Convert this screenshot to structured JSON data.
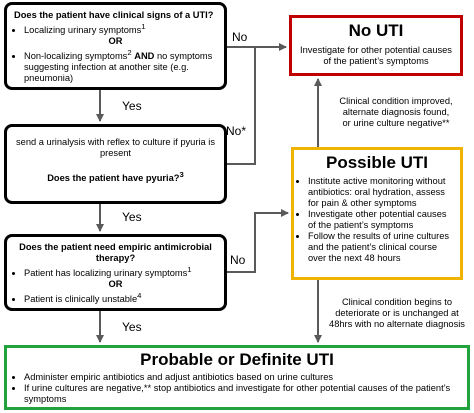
{
  "q1": {
    "question": "Does the patient have clinical signs of a UTI?",
    "item1": "Localizing urinary symptoms",
    "item1_sup": "1",
    "or": "OR",
    "item2_pre": "Non-localizing symptoms",
    "item2_sup": "2",
    "item2_and": "AND",
    "item2_post": "no symptoms suggesting infection at another site (e.g. pneumonia)"
  },
  "q2": {
    "text": "send a urinalysis with reflex to culture if pyuria is present",
    "question": "Does the patient have pyuria?",
    "question_sup": "3"
  },
  "q3": {
    "question": "Does the patient need empiric antimicrobial therapy?",
    "item1": "Patient has localizing urinary symptoms",
    "item1_sup": "1",
    "or": "OR",
    "item2": "Patient is clinically unstable",
    "item2_sup": "4"
  },
  "no_uti": {
    "title": "No UTI",
    "text": "Investigate for other potential causes of the patient’s symptoms"
  },
  "possible_uti": {
    "title": "Possible UTI",
    "items": [
      "Institute active monitoring without antibiotics: oral hydration, assess for pain & other symptoms",
      "Investigate  other potential causes of the patient’s symptoms",
      "Follow the results of urine cultures and the patient’s clinical course over the next 48 hours"
    ]
  },
  "probable_uti": {
    "title": "Probable or Definite UTI",
    "items": [
      "Administer empiric antibiotics and adjust antibiotics based on urine cultures",
      "If urine cultures are negative,** stop antibiotics and investigate for other potential causes of the patient’s symptoms"
    ]
  },
  "labels": {
    "yes1": "Yes",
    "yes2": "Yes",
    "yes3": "Yes",
    "no1": "No",
    "no_star": "No*",
    "no3": "No"
  },
  "notes": {
    "improved": [
      "Clinical condition improved,",
      "alternate diagnosis found,",
      "or urine culture negative**"
    ],
    "deteriorate": [
      "Clinical condition begins to",
      "deteriorate or is unchanged at",
      "48hrs with no alternate diagnosis"
    ]
  },
  "colors": {
    "no_uti_border": "#c00000",
    "possible_border": "#f0b400",
    "probable_border": "#22a23c",
    "arrows": "#5a5a5a"
  }
}
